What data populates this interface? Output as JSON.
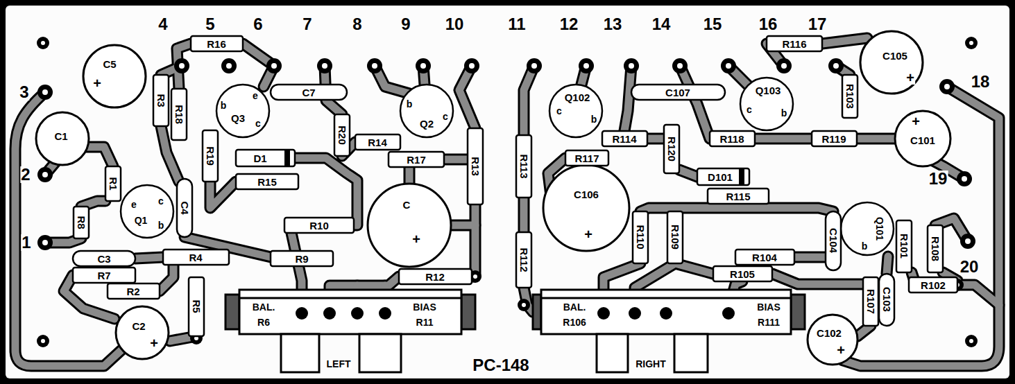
{
  "diagram": {
    "labels": [
      "3",
      "4",
      "5",
      "6",
      "7",
      "8",
      "9",
      "10",
      "11",
      "12",
      "13",
      "14",
      "15",
      "16",
      "17",
      "18",
      "2",
      "1",
      "19",
      "20",
      "C5",
      "+",
      "R16",
      "R3",
      "R18",
      "C1",
      "R1",
      "R8",
      "e",
      "c",
      "b",
      "Q1",
      "C4",
      "C3",
      "R7",
      "R2",
      "R4",
      "R5",
      "C2",
      "+",
      "R19",
      "b",
      "e",
      "c",
      "Q3",
      "C7",
      "R20",
      "D1",
      "R15",
      "R10",
      "R9",
      "R14",
      "R17",
      "R13",
      "b",
      "c",
      "Q2",
      "C",
      "+",
      "R12",
      "BAL.",
      "R6",
      "LEFT",
      "BIAS",
      "R11",
      "PC-148",
      "R116",
      "C105",
      "+",
      "R103",
      "+",
      "C101",
      "C107",
      "c",
      "b",
      "Q102",
      "c",
      "b",
      "Q103",
      "R113",
      "R117",
      "R114",
      "R120",
      "R118",
      "R119",
      "D101",
      "R115",
      "C106",
      "+",
      "R110",
      "R109",
      "R104",
      "R105",
      "C104",
      "b",
      "Q101",
      "R101",
      "R108",
      "R112",
      "R107",
      "C103",
      "R102",
      "C102",
      "+",
      "BAL.",
      "R106",
      "RIGHT",
      "BIAS",
      "R111"
    ]
  }
}
